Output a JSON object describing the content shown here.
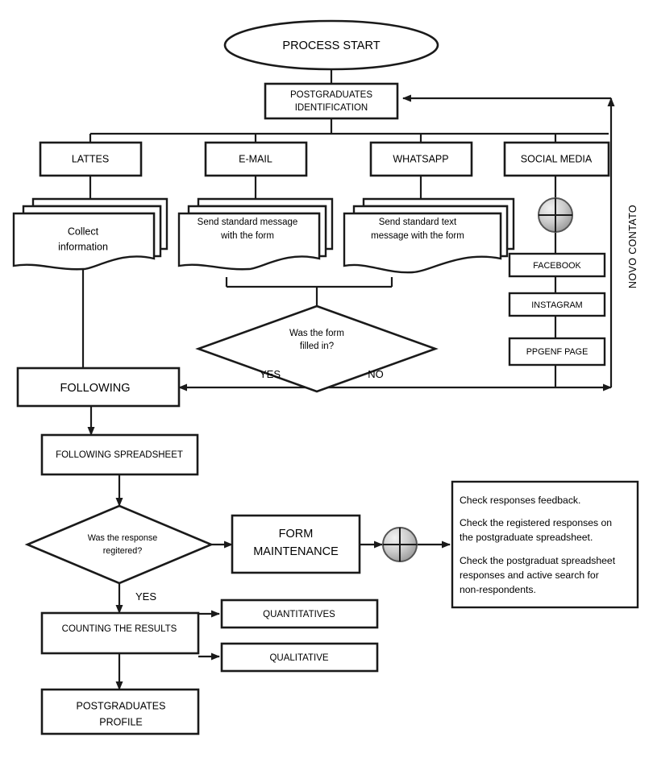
{
  "diagram": {
    "title": "Postgraduates Data Collection Process Flowchart",
    "type": "flowchart",
    "background_color": "#ffffff",
    "stroke_color": "#1a1a1a",
    "text_color": "#000000",
    "connector_fill": "#b8b8b8"
  },
  "nodes": {
    "start": {
      "label": "PROCESS START",
      "shape": "ellipse"
    },
    "identification": {
      "line1": "POSTGRADUATES",
      "line2": "IDENTIFICATION",
      "shape": "process"
    },
    "channel_lattes": {
      "label": "LATTES",
      "shape": "process"
    },
    "channel_email": {
      "label": "E-MAIL",
      "shape": "process"
    },
    "channel_whatsapp": {
      "label": "WHATSAPP",
      "shape": "process"
    },
    "channel_social": {
      "label": "SOCIAL MEDIA",
      "shape": "process"
    },
    "doc_lattes": {
      "line1": "Collect",
      "line2": "information",
      "shape": "multidocument"
    },
    "doc_email": {
      "line1": "Send standard message",
      "line2": "with the form",
      "shape": "multidocument"
    },
    "doc_whatsapp": {
      "line1": "Send standard text",
      "line2": "message with the form",
      "shape": "multidocument"
    },
    "facebook": {
      "label": "FACEBOOK",
      "shape": "process"
    },
    "instagram": {
      "label": "INSTAGRAM",
      "shape": "process"
    },
    "ppgenf": {
      "label": "PPGENF PAGE",
      "shape": "process"
    },
    "decision_form": {
      "line1": "Was the form",
      "line2": "filled in?",
      "shape": "decision"
    },
    "following": {
      "label": "FOLLOWING",
      "shape": "process"
    },
    "following_spreadsheet": {
      "label": "FOLLOWING SPREADSHEET",
      "shape": "process"
    },
    "decision_response": {
      "line1": "Was the response",
      "line2": "regitered?",
      "shape": "decision"
    },
    "form_maintenance": {
      "line1": "FORM",
      "line2": "MAINTENANCE",
      "shape": "process"
    },
    "counting": {
      "label": "COUNTING THE RESULTS",
      "shape": "process"
    },
    "quantitatives": {
      "label": "QUANTITATIVES",
      "shape": "process"
    },
    "qualitative": {
      "label": "QUALITATIVE",
      "shape": "process"
    },
    "profile": {
      "line1": "POSTGRADUATES",
      "line2": "PROFILE",
      "shape": "process"
    },
    "note_box": {
      "shape": "note",
      "paragraphs": [
        [
          "Check responses feedback."
        ],
        [
          "Check the registered responses on",
          "the postgraduate spreadsheet."
        ],
        [
          "Check the postgraduat spreadsheet",
          "responses and active search for",
          "non-respondents."
        ]
      ]
    }
  },
  "edge_labels": {
    "yes_form": "YES",
    "no_form": "NO",
    "yes_response": "YES",
    "novo_contato": "NOVO CONTATO"
  },
  "connectors": {
    "social_junction": "off-page-connector-circle",
    "maintenance_junction": "off-page-connector-circle"
  }
}
